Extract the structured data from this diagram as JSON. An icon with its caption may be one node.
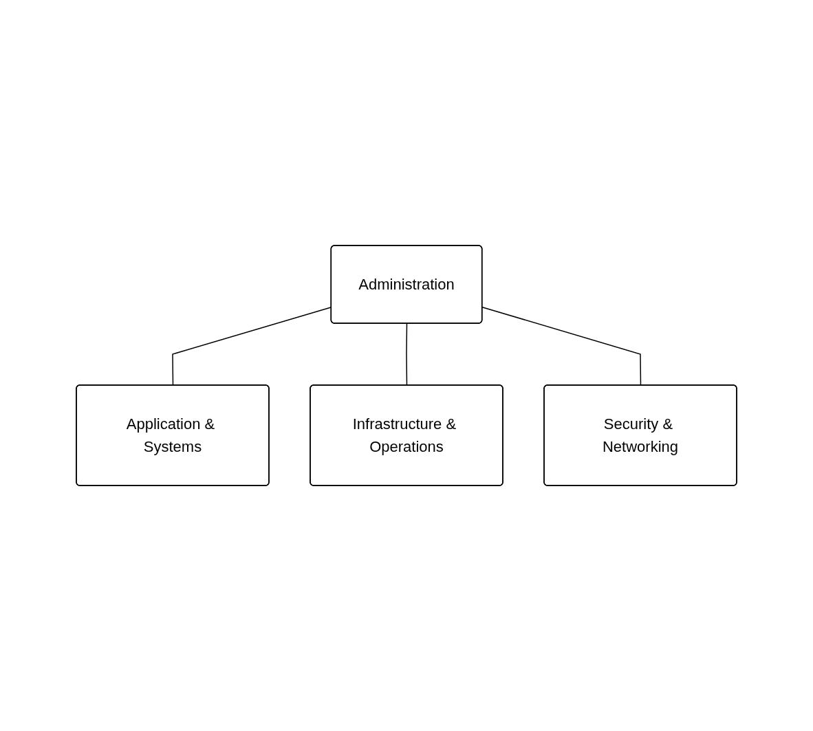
{
  "diagram": {
    "nodes": [
      {
        "text": [
          "Administration"
        ]
      },
      {
        "text": [
          "Application & Systems"
        ]
      },
      {
        "text": [
          "Infrastructure & Operations"
        ]
      },
      {
        "text": [
          "Security & Networking"
        ]
      }
    ],
    "edges": [
      {
        "from": 0,
        "to": 1,
        "arrow": "none"
      },
      {
        "from": 0,
        "to": 2,
        "arrow": "none"
      },
      {
        "from": 0,
        "to": 3,
        "arrow": "none"
      }
    ]
  }
}
